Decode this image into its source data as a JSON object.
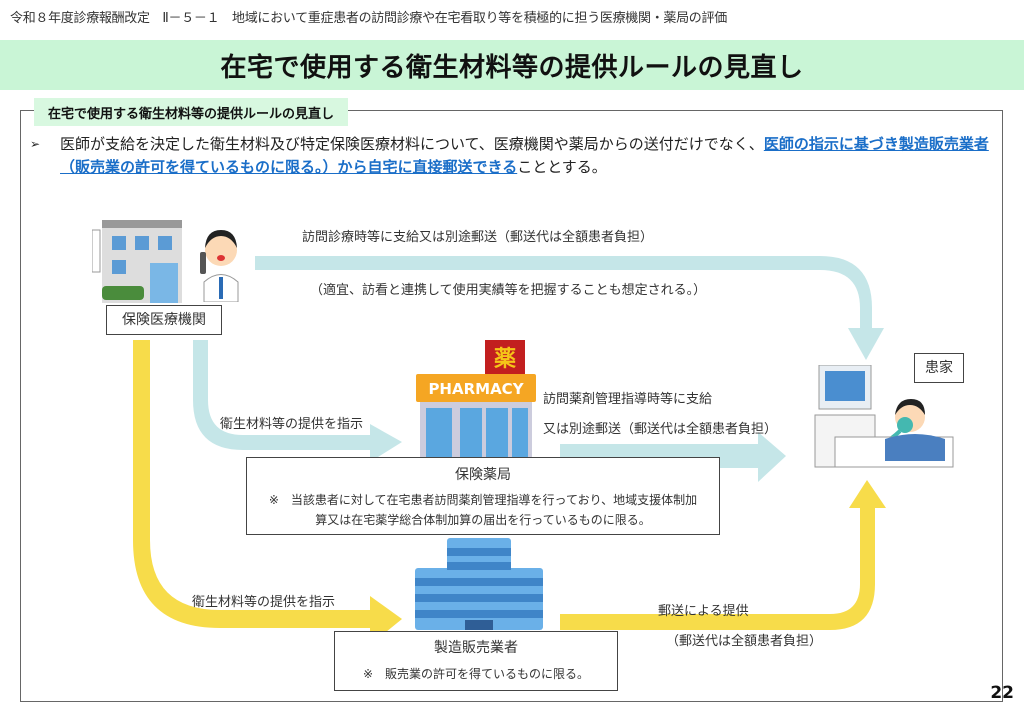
{
  "header": {
    "breadcrumb": "令和８年度診療報酬改定　Ⅱ－５－１　地域において重症患者の訪問診療や在宅看取り等を積極的に担う医療機関・薬局の評価"
  },
  "title": "在宅で使用する衛生材料等の提供ルールの見直し",
  "section": {
    "tab_label": "在宅で使用する衛生材料等の提供ルールの見直し",
    "bullet_mark": "➢",
    "bullet_text_plain": "医師が支給を決定した衛生材料及び特定保険医療材料について、医療機関や薬局からの送付だけでなく、",
    "bullet_text_highlight": "医師の指示に基づき製造販売業者（販売業の許可を得ているものに限る。）から自宅に直接郵送できる",
    "bullet_text_end": "こととする。"
  },
  "diagram": {
    "nodes": {
      "hospital": {
        "label": "保険医療機関",
        "icon": "hospital-building-icon",
        "person_icon": "doctor-on-phone-icon"
      },
      "patient": {
        "label": "患家",
        "icon": "patient-in-bed-icon"
      },
      "pharmacy": {
        "label": "保険薬局",
        "sign_char": "薬",
        "sign_text": "PHARMACY",
        "note": "※　当該患者に対して在宅患者訪問薬剤管理指導を行っており、地域支援体制加算又は在宅薬学総合体制加算の届出を行っているものに限る。"
      },
      "manufacturer": {
        "label": "製造販売業者",
        "note": "※　販売業の許可を得ているものに限る。"
      }
    },
    "flows": {
      "hospital_to_patient": "訪問診療時等に支給又は別途郵送（郵送代は全額患者負担）",
      "hospital_to_patient_note": "（適宜、訪看と連携して使用実績等を把握することも想定される。）",
      "hospital_to_pharmacy": "衛生材料等の提供を指示",
      "pharmacy_to_patient_line1": "訪問薬剤管理指導時等に支給",
      "pharmacy_to_patient_line2": "又は別途郵送（郵送代は全額患者負担）",
      "hospital_to_manufacturer": "衛生材料等の提供を指示",
      "manufacturer_to_patient_line1": "郵送による提供",
      "manufacturer_to_patient_line2": "（郵送代は全額患者負担）"
    },
    "colors": {
      "blue_arrow": "#c5e6e8",
      "yellow_arrow": "#f7dc4a"
    }
  },
  "page_number": "22"
}
